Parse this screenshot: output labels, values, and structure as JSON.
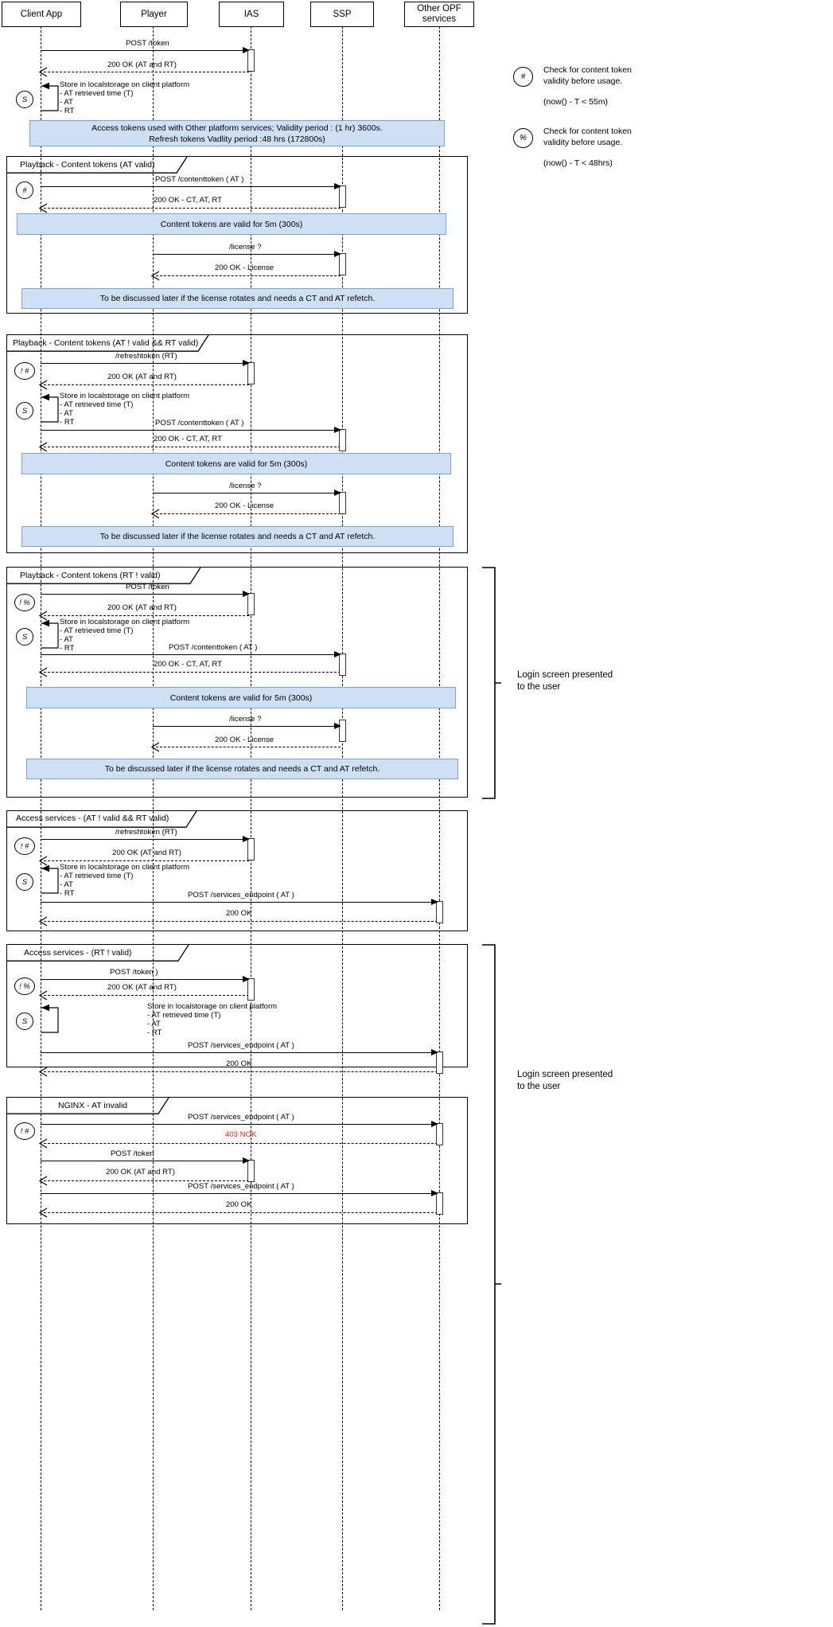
{
  "diagram": {
    "title": "Token lifecycle sequence diagram",
    "type": "uml-sequence-diagram",
    "colors": {
      "note_fill": "#cfe0f5",
      "note_border": "#7ba3d0",
      "line": "#000000",
      "error_text": "#e8201a"
    }
  },
  "actors": [
    {
      "id": "client",
      "label": "Client App"
    },
    {
      "id": "player",
      "label": "Player"
    },
    {
      "id": "ias",
      "label": "IAS"
    },
    {
      "id": "ssp",
      "label": "SSP"
    },
    {
      "id": "opf",
      "label": "Other OPF\nservices"
    }
  ],
  "legend": [
    {
      "symbol": "#",
      "text": "Check for content token\nvalidity before usage.",
      "condition": "(now() - T < 55m)"
    },
    {
      "symbol": "%",
      "text": "Check for content token\nvalidity before usage.",
      "condition": "(now() - T <  48hrs)"
    }
  ],
  "store_block": {
    "marker": "S",
    "line1": "Store in localstorage on client platform",
    "line2": "- AT retrieved time (T)",
    "line3": "- AT",
    "line4": "- RT"
  },
  "messages": {
    "post_token": "POST /token",
    "post_token_paren": "POST /token )",
    "ok_at_rt": "200 OK (AT and RT)",
    "post_contenttoken": "POST /contenttoken ( AT )",
    "ok_ct_at_rt": "200 OK - CT, AT, RT",
    "license_req": "/license ?",
    "ok_license": "200 OK - License",
    "refreshtoken": "/refreshtoken (RT)",
    "post_services": "POST /services_endpoint ( AT )",
    "ok_200": "200 OK",
    "nok_403": "403 NOK"
  },
  "notes": {
    "access_tokens": "Access tokens used with Other platform services; Validity period : (1 hr) 3600s.\nRefresh tokens Vadlity period :48 hrs (172800s)",
    "content_tokens_valid": "Content tokens are valid for 5m (300s)",
    "license_rotate": "To be discussed later if the license rotates and needs a CT and AT refetch."
  },
  "fragments": [
    {
      "id": "f1",
      "label": "Playback - Content tokens (AT valid)"
    },
    {
      "id": "f2",
      "label": "Playback - Content tokens (AT ! valid && RT valid)"
    },
    {
      "id": "f3",
      "label": "Playback - Content tokens (RT ! valid)"
    },
    {
      "id": "f4",
      "label": "Access services - (AT ! valid && RT valid)"
    },
    {
      "id": "f5",
      "label": "Access services - (RT ! valid)"
    },
    {
      "id": "f6",
      "label": "NGINX - AT invalid"
    }
  ],
  "markers": {
    "hash": "#",
    "bang_hash": "! #",
    "bang_pct": "! %",
    "store": "S"
  },
  "annotations": {
    "login_screen_1": "Login screen presented\nto the user",
    "login_screen_2": "Login screen presented\nto the user"
  }
}
